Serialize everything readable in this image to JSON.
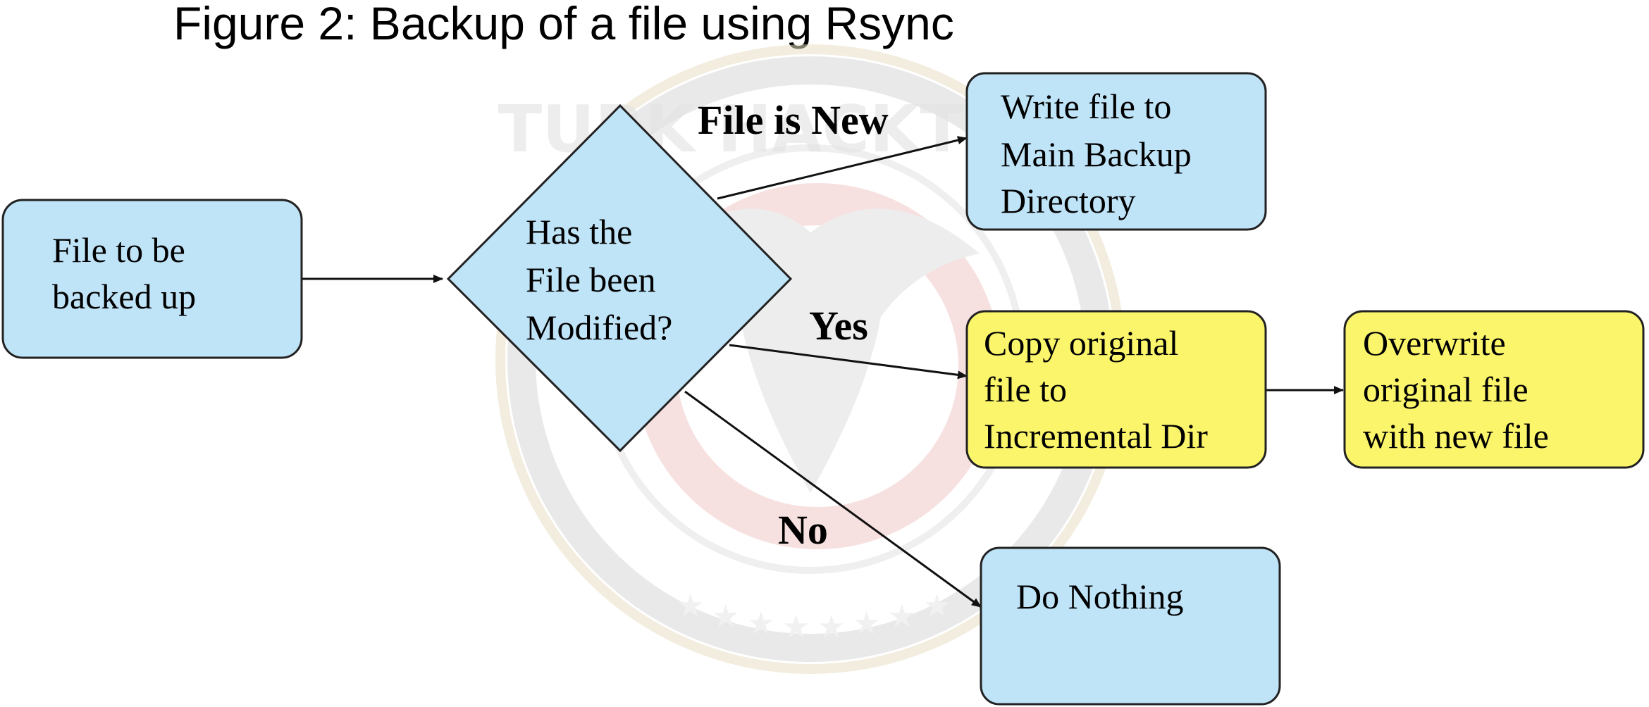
{
  "title": "Figure 2: Backup of a file using Rsync",
  "colors": {
    "blue_fill": "#bfe3f7",
    "yellow_fill": "#fbf56b",
    "stroke": "#222222",
    "watermark": "#d6d6d6",
    "watermark_red": "#f2c8c8"
  },
  "watermark": {
    "text": "TURK HACKTEAM"
  },
  "nodes": {
    "start": {
      "lines": [
        "File to be",
        "backed up"
      ]
    },
    "decision": {
      "lines": [
        "Has the",
        "File been",
        "Modified?"
      ]
    },
    "write": {
      "lines": [
        "Write file to",
        "Main Backup",
        "Directory"
      ]
    },
    "copy": {
      "lines": [
        "Copy original",
        "file to",
        "Incremental Dir"
      ]
    },
    "overwrite": {
      "lines": [
        "Overwrite",
        "original file",
        "with new file"
      ]
    },
    "nothing": {
      "lines": [
        "Do Nothing"
      ]
    }
  },
  "edges": {
    "new_label": "File is New",
    "yes_label": "Yes",
    "no_label": "No"
  }
}
